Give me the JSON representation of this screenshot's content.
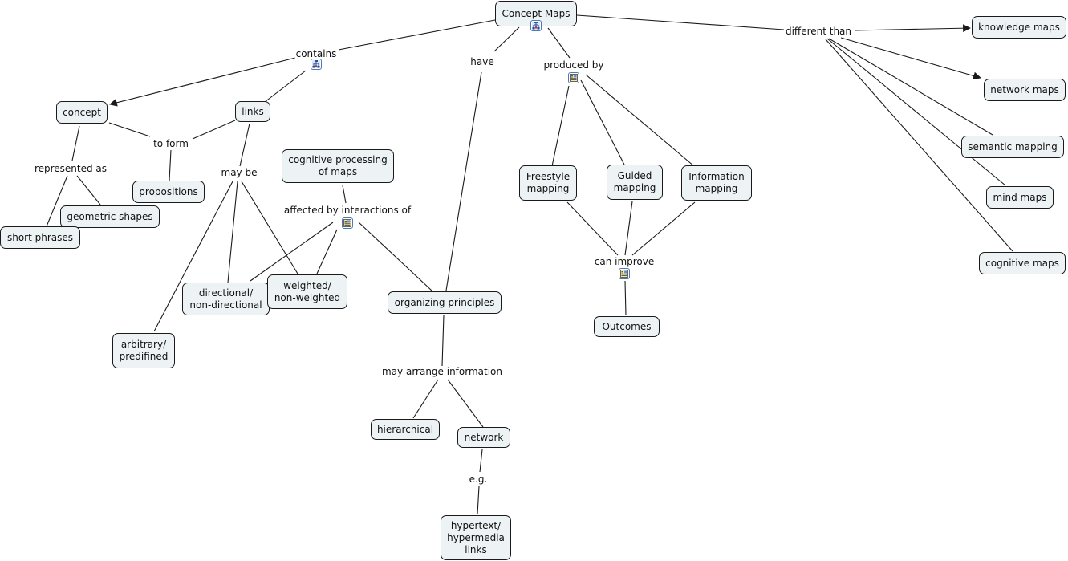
{
  "title": "Concept Maps",
  "colors": {
    "node_fill": "#edf3f5",
    "node_border": "#1a1a1a",
    "line": "#1a1a1a",
    "resource_border": "#4a78b8"
  },
  "concepts": {
    "concept_maps": "Concept Maps",
    "concept": "concept",
    "links": "links",
    "propositions": "propositions",
    "geometric_shapes": "geometric shapes",
    "short_phrases": "short phrases",
    "cognitive_processing": "cognitive processing\nof maps",
    "directional": "directional/\nnon-directional",
    "weighted": "weighted/\nnon-weighted",
    "arbitrary": "arbitrary/\npredifined",
    "organizing_principles": "organizing principles",
    "hierarchical": "hierarchical",
    "network": "network",
    "hypertext": "hypertext/\nhypermedia\nlinks",
    "freestyle": "Freestyle\nmapping",
    "guided": "Guided\nmapping",
    "information": "Information\nmapping",
    "outcomes": "Outcomes",
    "knowledge_maps": "knowledge maps",
    "network_maps": "network maps",
    "semantic_mapping": "semantic mapping",
    "mind_maps": "mind maps",
    "cognitive_maps": "cognitive maps"
  },
  "linking_phrases": {
    "contains": "contains",
    "have": "have",
    "produced_by": "produced by",
    "different_than": "different than",
    "to_form": "to form",
    "represented_as": "represented as",
    "may_be": "may be",
    "affected_by": "affected by interactions of",
    "can_improve": "can improve",
    "may_arrange": "may arrange information",
    "eg": "e.g."
  },
  "resources": [
    {
      "id": "concept_maps",
      "icon": "hierarchy-icon"
    },
    {
      "id": "contains",
      "icon": "hierarchy-icon"
    },
    {
      "id": "produced_by",
      "icon": "document-icon"
    },
    {
      "id": "affected_by",
      "icon": "document-icon"
    },
    {
      "id": "can_improve",
      "icon": "document-icon"
    }
  ]
}
